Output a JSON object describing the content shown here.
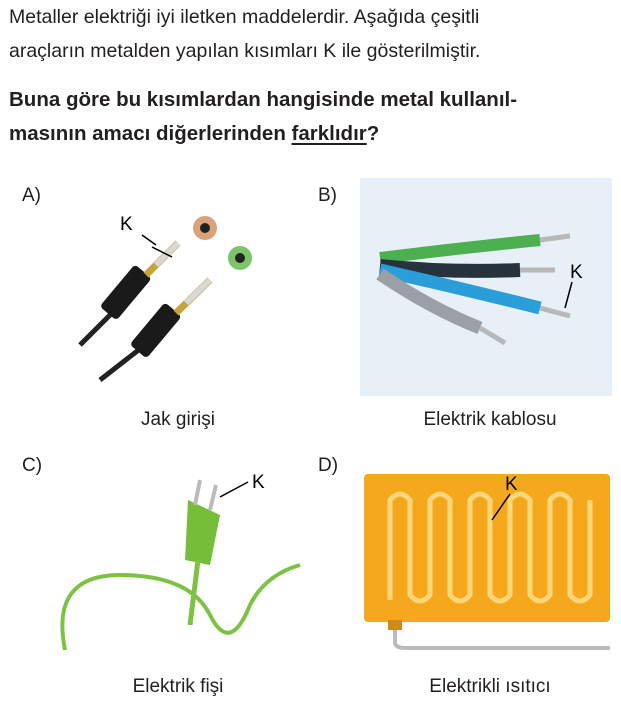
{
  "intro": {
    "line1": "Metaller elektriği iyi iletken maddelerdir. Aşağıda çeşitli",
    "line2": "araçların metalden yapılan kısımları K ile gösterilmiştir."
  },
  "question": {
    "line1": "Buna göre bu kısımlardan hangisinde metal kullanıl-",
    "line2_pre": "masının amacı diğerlerinden ",
    "line2_underlined": "farklıdır",
    "line2_post": "?"
  },
  "options": [
    {
      "letter": "A)",
      "caption": "Jak girişi",
      "marker": "K"
    },
    {
      "letter": "B)",
      "caption": "Elektrik kablosu",
      "marker": "K"
    },
    {
      "letter": "C)",
      "caption": "Elektrik fişi",
      "marker": "K"
    },
    {
      "letter": "D)",
      "caption": "Elektrikli ısıtıcı",
      "marker": "K"
    }
  ]
}
